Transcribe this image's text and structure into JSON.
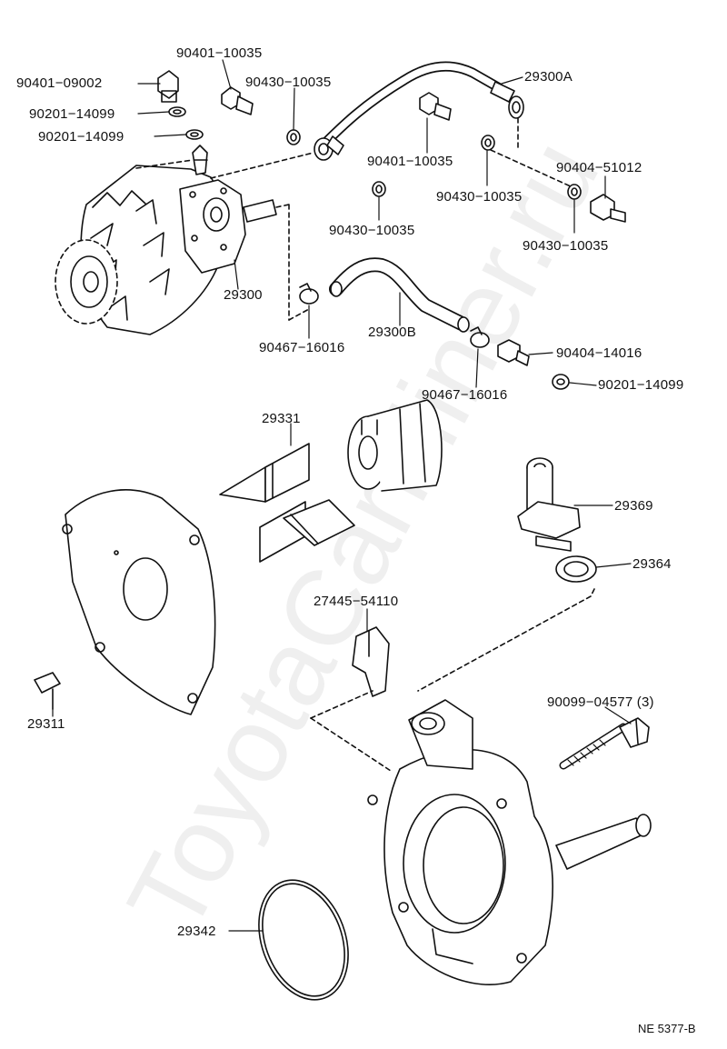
{
  "colors": {
    "line": "#111111",
    "background": "#ffffff",
    "watermark": "#e9e9e9"
  },
  "labels": {
    "p_90401_09002": "90401−09002",
    "p_90401_10035_a": "90401−10035",
    "p_90430_10035_a": "90430−10035",
    "p_29300A": "29300A",
    "p_90201_14099_a": "90201−14099",
    "p_90201_14099_b": "90201−14099",
    "p_90401_10035_b": "90401−10035",
    "p_90404_51012": "90404−51012",
    "p_90430_10035_b": "90430−10035",
    "p_90430_10035_c": "90430−10035",
    "p_90430_10035_d": "90430−10035",
    "p_29300": "29300",
    "p_90467_16016_a": "90467−16016",
    "p_29300B": "29300B",
    "p_90404_14016": "90404−14016",
    "p_90467_16016_b": "90467−16016",
    "p_90201_14099_c": "90201−14099",
    "p_29331": "29331",
    "p_29369": "29369",
    "p_29364": "29364",
    "p_27445_54110": "27445−54110",
    "p_90099_04577": "90099−04577 (3)",
    "p_29311": "29311",
    "p_29342": "29342"
  },
  "diagram_code": "NE 5377-B",
  "watermark": "ToyotaCarMiner.ru"
}
